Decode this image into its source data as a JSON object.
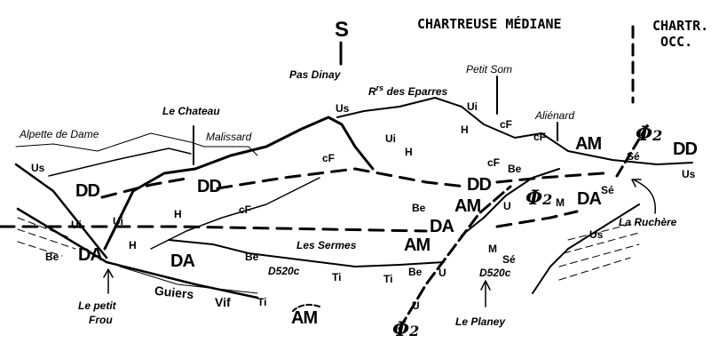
{
  "header": {
    "s": "S",
    "median": "CHARTREUSE MÉDIANE",
    "occ_1": "CHARTR.",
    "occ_2": "OCC."
  },
  "places": {
    "pas_dinay": "Pas Dinay",
    "eparres_prefix": "R",
    "eparres_sup": "rs",
    "eparres": " des Eparres",
    "petit_som": "Petit Som",
    "chateau": "Le Chateau",
    "alpette": "Alpette de Dame",
    "malissard": "Malissard",
    "alienard": "Aliénard",
    "ruchere": "La Ruchère",
    "sermes": "Les Sermes",
    "petit_frou_1": "Le petit",
    "petit_frou_2": "Frou",
    "guiers": "Guiers",
    "vif": "Vif",
    "planey": "Le Planey",
    "d520c_1": "D520c",
    "d520c_2": "D520c"
  },
  "units": [
    "Us",
    "Ui",
    "cF",
    "cF",
    "H",
    "Ui",
    "H",
    "cF",
    "cF",
    "Be",
    "Sé",
    "Us",
    "Us",
    "Ui",
    "Ui",
    "H",
    "cF",
    "H",
    "Be",
    "M",
    "Us",
    "M",
    "Sé",
    "Be",
    "Be",
    "Ti",
    "Be",
    "U",
    "Ti",
    "Ti",
    "U",
    "Sé",
    "U"
  ],
  "structures": [
    "DD",
    "DD",
    "DD",
    "DD",
    "AM",
    "AM",
    "AM",
    "AM",
    "DA",
    "DA",
    "DA",
    "DA"
  ],
  "faults": {
    "phi": "Φ",
    "sub": "2"
  }
}
